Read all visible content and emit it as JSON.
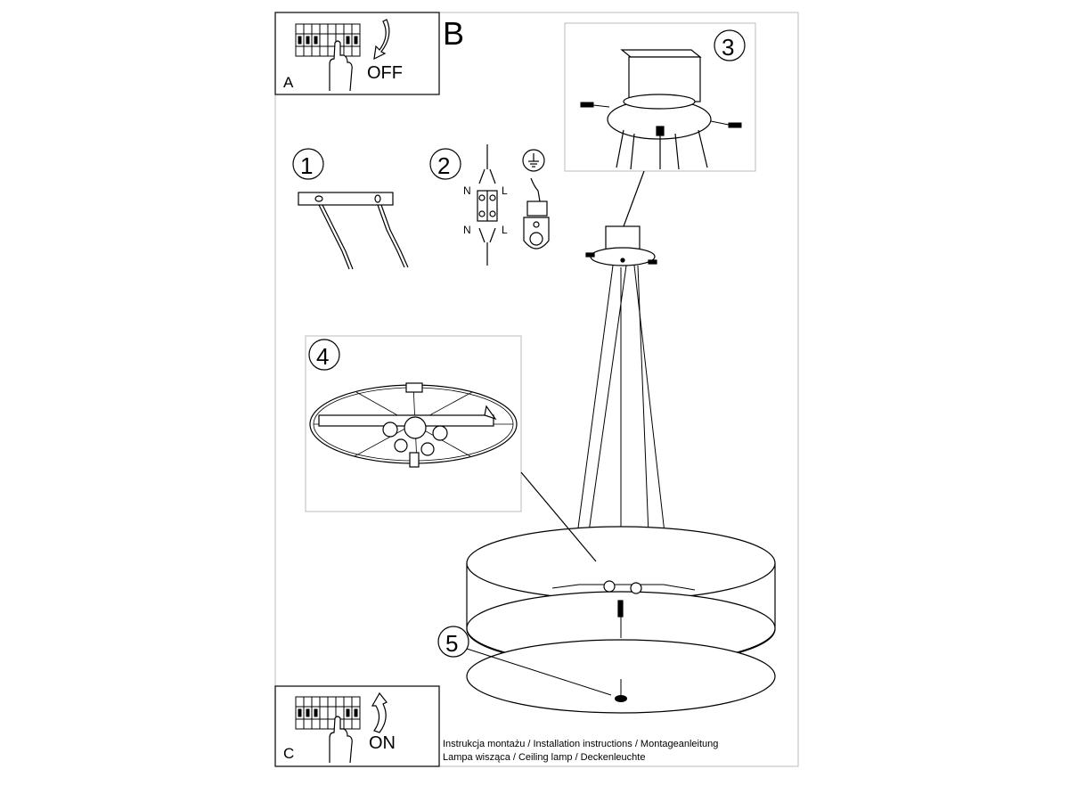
{
  "sheet": {
    "label": "B"
  },
  "panel_a": {
    "letter": "A",
    "action": "OFF"
  },
  "panel_c": {
    "letter": "C",
    "action": "ON"
  },
  "steps": [
    "1",
    "2",
    "3",
    "4",
    "5"
  ],
  "wiring": {
    "neutral": "N",
    "live": "L"
  },
  "caption": {
    "line1": "Instrukcja montażu / Installation instructions / Montageanleitung",
    "line2": "Lampa wisząca / Ceiling lamp / Deckenleuchte"
  },
  "icons": [
    "breaker-panel-icon",
    "hand-icon",
    "curved-arrow-down-icon",
    "curved-arrow-up-icon",
    "ground-symbol-icon",
    "screw-icon"
  ]
}
